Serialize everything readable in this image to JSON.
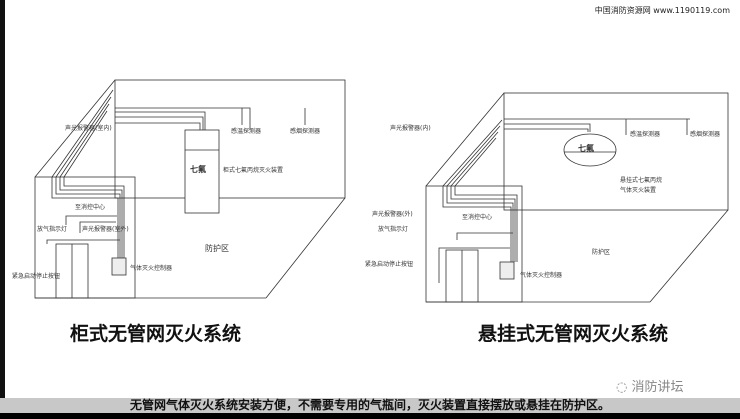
{
  "site_label": "中国消防资源网 www.1190119.com",
  "left": {
    "title": "柜式无管网灭火系统",
    "labels": {
      "alarm_in": "声光报警器(室内)",
      "temp_detector": "感温探测器",
      "smoke_detector": "感烟探测器",
      "cabinet_name": "柜式七氟丙烷灭火装置",
      "cabinet_mark": "七氟",
      "to_center": "至消控中心",
      "release_light": "放气指示灯",
      "alarm_out": "声光报警器(室外)",
      "area": "防护区",
      "emergency": "紧急启动停止按钮",
      "controller": "气体灭火控制器"
    }
  },
  "right": {
    "title": "悬挂式无管网灭火系统",
    "labels": {
      "alarm_in": "声光报警器(内)",
      "temp_detector": "感温探测器",
      "smoke_detector": "感烟探测器",
      "device_mark": "七氟",
      "device_name1": "悬挂式七氟丙烷",
      "device_name2": "气体灭火装置",
      "alarm_out": "声光报警器(外)",
      "release_light": "放气指示灯",
      "to_center": "至消控中心",
      "area": "防护区",
      "emergency": "紧急启动停止按钮",
      "controller": "气体灭火控制器"
    }
  },
  "caption": "无管网气体灭火系统安装方便，不需要专用的气瓶间，灭火装置直接摆放或悬挂在防护区。",
  "logo": "消防讲坛"
}
